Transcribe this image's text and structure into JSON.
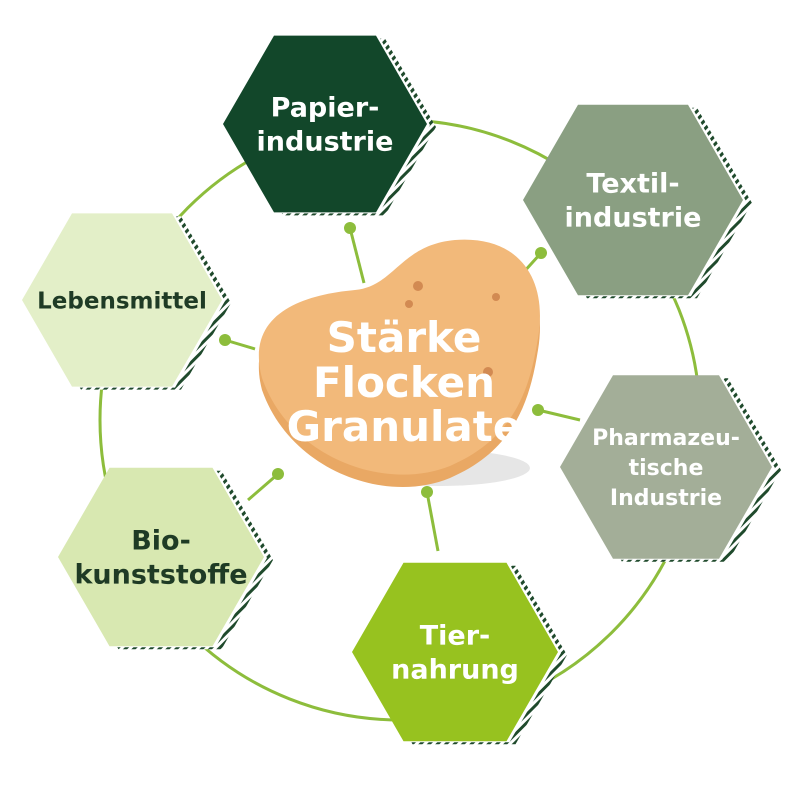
{
  "center": {
    "lines": [
      "Stärke",
      "Flocken",
      "Granulate"
    ]
  },
  "colors": {
    "ring": "#8dbd3c",
    "potato": "#f2b97a",
    "potato_dark": "#e9a864",
    "potato_spot": "#d28a52",
    "stripe": "#1f4a2c"
  },
  "nodes": [
    {
      "id": "papierindustrie",
      "lines": [
        "Papier-",
        "industrie"
      ],
      "fill": "#12472a",
      "text_color": "#ffffff"
    },
    {
      "id": "textilindustrie",
      "lines": [
        "Textil-",
        "industrie"
      ],
      "fill": "#8a9f82",
      "text_color": "#ffffff"
    },
    {
      "id": "pharmazeutische-industrie",
      "lines": [
        "Pharmazeu-",
        "tische",
        "Industrie"
      ],
      "fill": "#a3ae98",
      "text_color": "#ffffff"
    },
    {
      "id": "tiernahrung",
      "lines": [
        "Tier-",
        "nahrung"
      ],
      "fill": "#97c21f",
      "text_color": "#ffffff"
    },
    {
      "id": "biokunststoffe",
      "lines": [
        "Bio-",
        "kunststoffe"
      ],
      "fill": "#d8e8b1",
      "text_color": "#1f3b25"
    },
    {
      "id": "lebensmittel",
      "lines": [
        "Lebensmittel"
      ],
      "fill": "#e3efc8",
      "text_color": "#1f3b25"
    }
  ]
}
